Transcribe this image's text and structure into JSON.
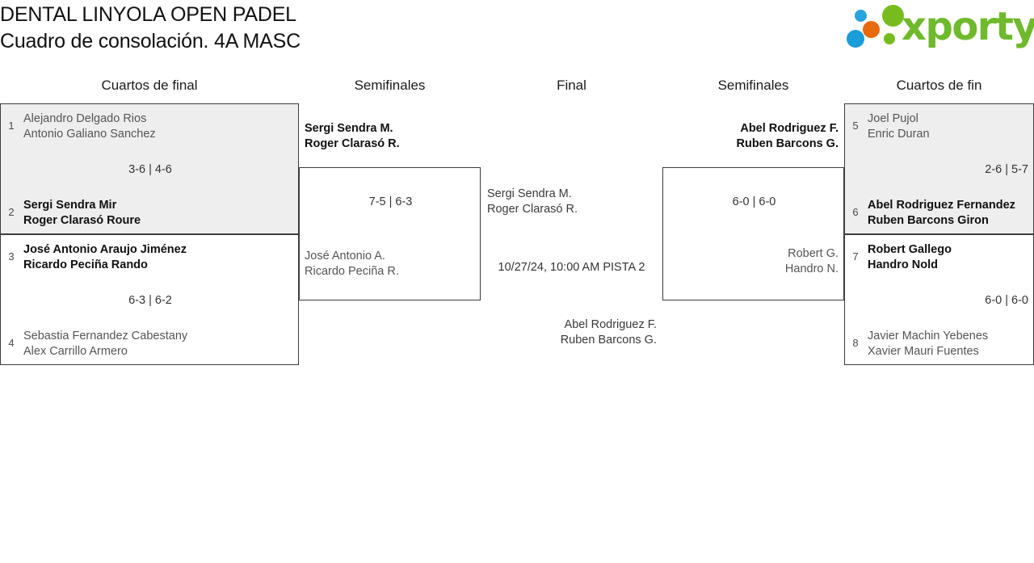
{
  "header": {
    "title_line1": "DENTAL LINYOLA OPEN PADEL",
    "title_line2": "Cuadro de consolación. 4A MASC",
    "logo_word": "xporty"
  },
  "rounds": [
    {
      "label": "Cuartos de final"
    },
    {
      "label": "Semifinales"
    },
    {
      "label": "Final"
    },
    {
      "label": "Semifinales"
    },
    {
      "label": "Cuartos de fin"
    }
  ],
  "bracket": {
    "qf_left_1": {
      "top": {
        "seed": "1",
        "p1": "Alejandro Delgado Rios",
        "p2": "Antonio Galiano Sanchez"
      },
      "bottom": {
        "seed": "2",
        "p1": "Sergi Sendra Mir",
        "p2": "Roger Clarasó Roure"
      },
      "score": "3-6 | 4-6"
    },
    "qf_left_2": {
      "top": {
        "seed": "3",
        "p1": "José Antonio Araujo Jiménez",
        "p2": "Ricardo Peciña Rando"
      },
      "bottom": {
        "seed": "4",
        "p1": "Sebastia Fernandez Cabestany",
        "p2": "Alex Carrillo Armero"
      },
      "score": "6-3 | 6-2"
    },
    "sf_left": {
      "top": {
        "p1": "Sergi Sendra M.",
        "p2": "Roger Clarasó R."
      },
      "bottom": {
        "p1": "José Antonio A.",
        "p2": "Ricardo Peciña R."
      },
      "score": "7-5 | 6-3"
    },
    "final": {
      "top": {
        "p1": "Sergi Sendra M.",
        "p2": "Roger Clarasó R."
      },
      "bottom": {
        "p1": "Abel Rodriguez F.",
        "p2": "Ruben Barcons G."
      },
      "info": "10/27/24, 10:00 AM PISTA 2"
    },
    "sf_right": {
      "top": {
        "p1": "Abel Rodriguez F.",
        "p2": "Ruben Barcons G."
      },
      "bottom": {
        "p1": "Robert G.",
        "p2": "Handro N."
      },
      "score": "6-0 | 6-0"
    },
    "qf_right_1": {
      "top": {
        "seed": "5",
        "p1": "Joel Pujol",
        "p2": "Enric Duran"
      },
      "bottom": {
        "seed": "6",
        "p1": "Abel Rodriguez Fernandez",
        "p2": "Ruben Barcons Giron"
      },
      "score": "2-6 | 5-7"
    },
    "qf_right_2": {
      "top": {
        "seed": "7",
        "p1": "Robert Gallego",
        "p2": "Handro Nold"
      },
      "bottom": {
        "seed": "8",
        "p1": "Javier Machin Yebenes",
        "p2": "Xavier Mauri Fuentes"
      },
      "score": "6-0 | 6-0"
    }
  }
}
